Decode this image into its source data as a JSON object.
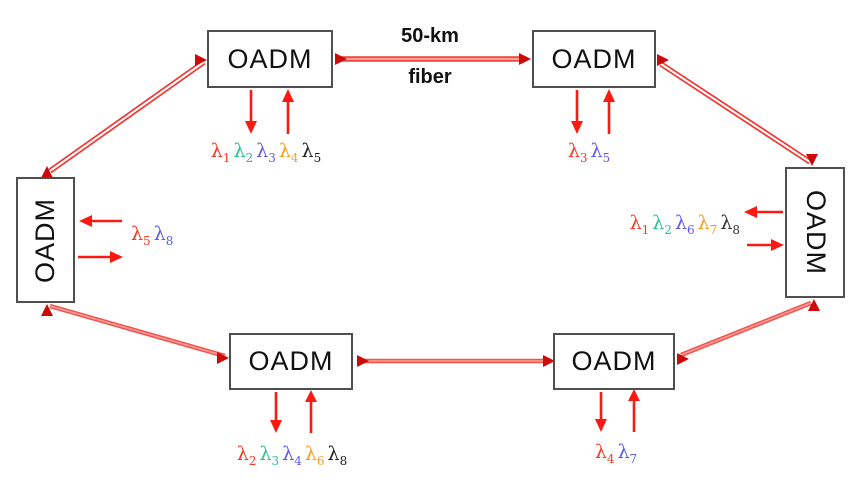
{
  "network": {
    "type": "wdm-ring",
    "node_count": 6,
    "lambda_symbol": "λ",
    "fiber_link_label": {
      "line1": "50-km",
      "line2": "fiber"
    },
    "nodes": [
      {
        "id": "top-left",
        "label": "OADM",
        "wavelengths": [
          {
            "sub": "1",
            "color": "#f93822"
          },
          {
            "sub": "2",
            "color": "#2fc08f"
          },
          {
            "sub": "3",
            "color": "#5c5cf5"
          },
          {
            "sub": "4",
            "color": "#ff9c17"
          },
          {
            "sub": "5",
            "color": "#222222"
          }
        ]
      },
      {
        "id": "top-right",
        "label": "OADM",
        "wavelengths": [
          {
            "sub": "3",
            "color": "#f93822"
          },
          {
            "sub": "5",
            "color": "#5c5cf5"
          }
        ]
      },
      {
        "id": "right",
        "label": "OADM",
        "wavelengths": [
          {
            "sub": "1",
            "color": "#f93822"
          },
          {
            "sub": "2",
            "color": "#2fc08f"
          },
          {
            "sub": "6",
            "color": "#5c5cf5"
          },
          {
            "sub": "7",
            "color": "#ff9c17"
          },
          {
            "sub": "8",
            "color": "#333333"
          }
        ]
      },
      {
        "id": "bottom-right",
        "label": "OADM",
        "wavelengths": [
          {
            "sub": "4",
            "color": "#f93822"
          },
          {
            "sub": "7",
            "color": "#5c5cf5"
          }
        ]
      },
      {
        "id": "bottom-left",
        "label": "OADM",
        "wavelengths": [
          {
            "sub": "2",
            "color": "#f93822"
          },
          {
            "sub": "3",
            "color": "#2fc08f"
          },
          {
            "sub": "4",
            "color": "#5c5cf5"
          },
          {
            "sub": "6",
            "color": "#ff9c17"
          },
          {
            "sub": "8",
            "color": "#222222"
          }
        ]
      },
      {
        "id": "left",
        "label": "OADM",
        "wavelengths": [
          {
            "sub": "5",
            "color": "#f93822"
          },
          {
            "sub": "8",
            "color": "#5c5cf5"
          }
        ]
      }
    ],
    "links": [
      {
        "from": "left",
        "to": "top-left",
        "style": "double-line"
      },
      {
        "from": "top-left",
        "to": "top-right",
        "style": "double-line",
        "label": "50-km fiber"
      },
      {
        "from": "top-right",
        "to": "right",
        "style": "double-line"
      },
      {
        "from": "bottom-right",
        "to": "right",
        "style": "solid"
      },
      {
        "from": "bottom-left",
        "to": "bottom-right",
        "style": "solid"
      },
      {
        "from": "left",
        "to": "bottom-left",
        "style": "solid"
      }
    ],
    "colors": {
      "link-edge": "#ee3b36",
      "link-core-white": "#ffffff",
      "link-core-pink": "#ff9f98",
      "solid-link": "#f4524d",
      "arrowhead": "#cc0a0a",
      "add-drop": "#fb1a12",
      "box-border": "#4f4f4f",
      "text": "#111111"
    }
  }
}
